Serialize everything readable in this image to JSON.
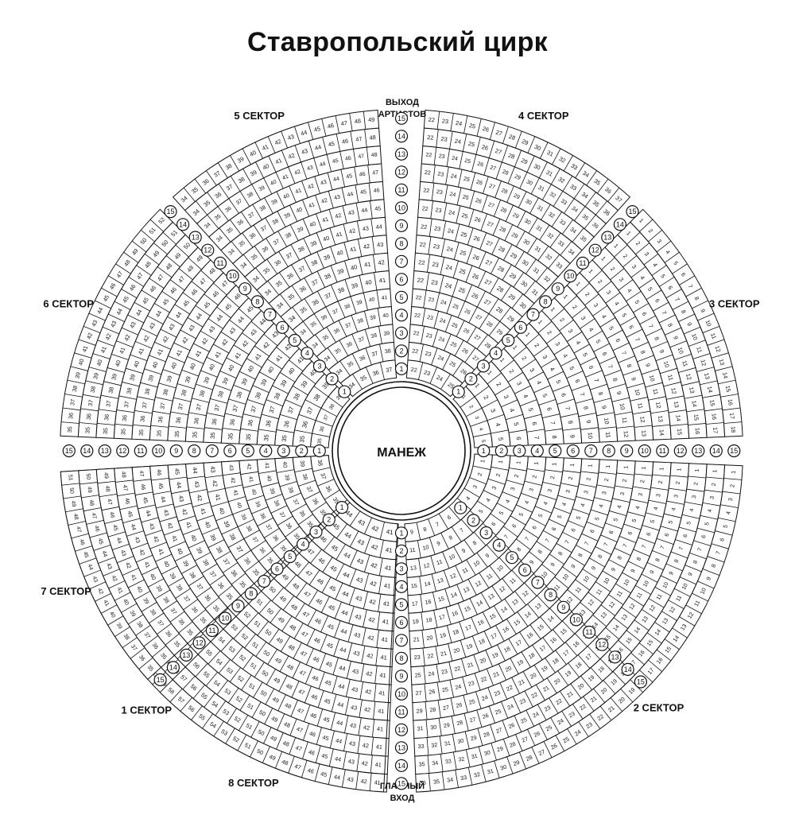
{
  "title": "Ставропольский цирк",
  "arena_label": "МАНЕЖ",
  "artists_exit_label": [
    "ВЫХОД",
    "АРТИСТОВ"
  ],
  "main_entrance_label": [
    "ГЛАВНЫЙ",
    "ВХОД"
  ],
  "sector_word": "СЕКТОР",
  "sectors": [
    {
      "number": "1",
      "label": "1 СЕКТОР",
      "first_seat": 1
    },
    {
      "number": "2",
      "label": "2 СЕКТОР",
      "first_seat": 1
    },
    {
      "number": "3",
      "label": "3 СЕКТОР",
      "first_seat": 1
    },
    {
      "number": "4",
      "label": "4 СЕКТОР",
      "first_seat": 22
    },
    {
      "number": "5",
      "label": "5 СЕКТОР",
      "first_seat": 34
    },
    {
      "number": "6",
      "label": "6 СЕКТОР",
      "first_seat": 35
    },
    {
      "number": "7",
      "label": "7 СЕКТОР",
      "first_seat": 35
    },
    {
      "number": "8",
      "label": "8 СЕКТОР",
      "first_seat": 41
    }
  ],
  "rows": [
    {
      "number": "1",
      "seats": 6
    },
    {
      "number": "2",
      "seats": 7
    },
    {
      "number": "3",
      "seats": 8
    },
    {
      "number": "4",
      "seats": 9
    },
    {
      "number": "5",
      "seats": 10
    },
    {
      "number": "6",
      "seats": 11
    },
    {
      "number": "7",
      "seats": 12
    },
    {
      "number": "8",
      "seats": 13
    },
    {
      "number": "9",
      "seats": 14
    },
    {
      "number": "10",
      "seats": 15
    },
    {
      "number": "11",
      "seats": 16
    },
    {
      "number": "12",
      "seats": 17
    },
    {
      "number": "13",
      "seats": 18
    },
    {
      "number": "14",
      "seats": 19
    },
    {
      "number": "15",
      "seats": 20
    }
  ],
  "colors": {
    "line": "#111111",
    "background": "#ffffff"
  }
}
